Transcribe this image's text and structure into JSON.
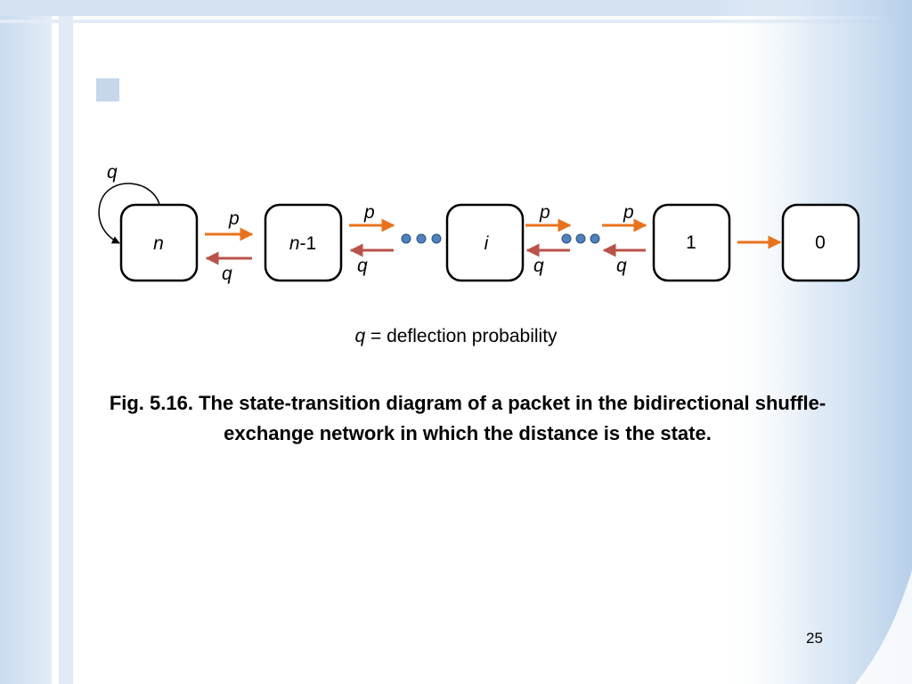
{
  "colors": {
    "forward_arrow": "#E8731E",
    "backward_arrow": "#B9534A",
    "dots": "#4F81BD",
    "node_border": "#000000",
    "bg_stripe": "#C5D8EE"
  },
  "nodes": [
    {
      "label_main": "n",
      "label_suffix": ""
    },
    {
      "label_main": "n",
      "label_suffix": "-1"
    },
    {
      "label_main": "i",
      "label_suffix": ""
    },
    {
      "label_main": "",
      "label_suffix": "1"
    },
    {
      "label_main": "",
      "label_suffix": "0"
    }
  ],
  "edge_labels": {
    "self_loop": "q",
    "p1": "p",
    "q1": "q",
    "p2": "p",
    "q2": "q",
    "p3": "p",
    "q3": "q",
    "p4": "p",
    "q4": "q"
  },
  "legend": {
    "symbol": "q",
    "text": " = deflection probability"
  },
  "caption": "Fig. 5.16. The state-transition diagram of a packet in the bidirectional shuffle-exchange network in which the distance is the state.",
  "page_number": "25"
}
